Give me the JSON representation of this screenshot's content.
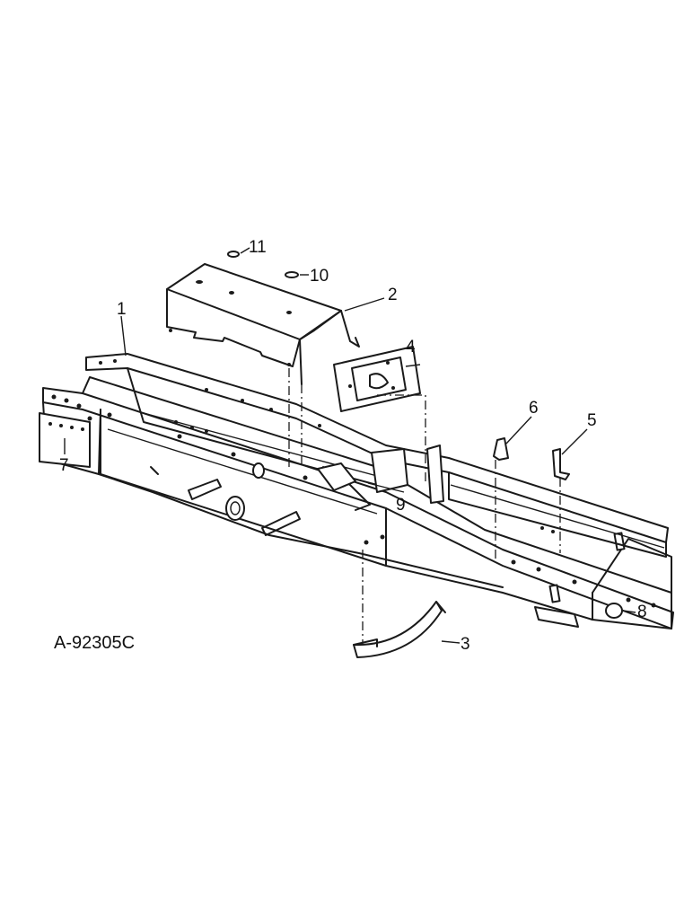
{
  "drawing": {
    "reference_code": "A-92305C",
    "callouts": [
      "1",
      "2",
      "3",
      "4",
      "5",
      "6",
      "7",
      "8",
      "9",
      "10",
      "11"
    ]
  }
}
